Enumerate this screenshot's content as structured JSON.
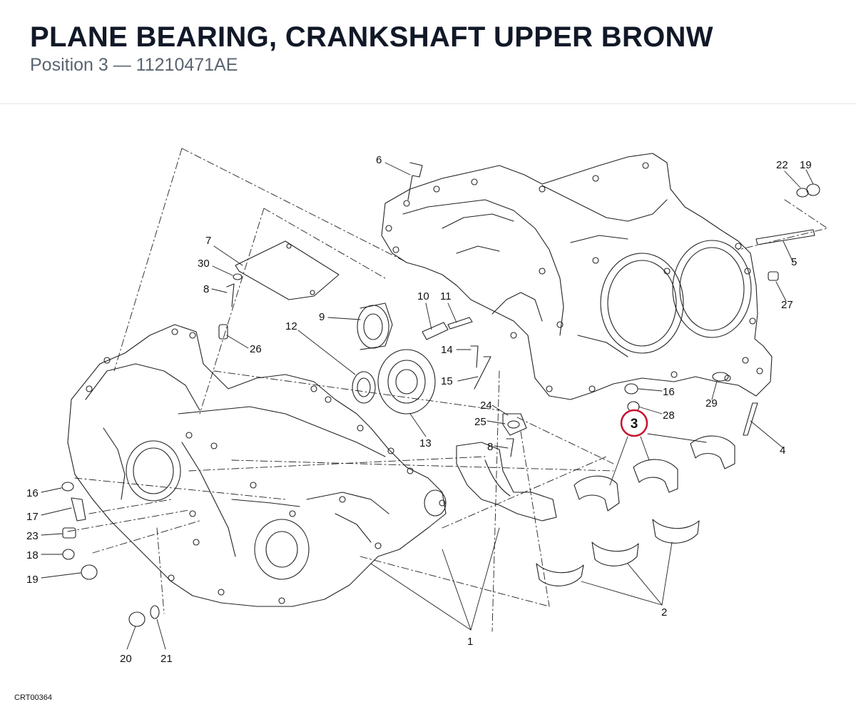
{
  "header": {
    "title": "PLANE BEARING, CRANKSHAFT UPPER BRONW",
    "subtitle": "Position 3 — 11210471AE"
  },
  "diagram": {
    "reference_code": "CRT00364",
    "highlight": {
      "label": "3",
      "color": "#c8102e"
    },
    "callouts": [
      {
        "id": "c6",
        "label": "6"
      },
      {
        "id": "c7",
        "label": "7"
      },
      {
        "id": "c30",
        "label": "30"
      },
      {
        "id": "c8a",
        "label": "8"
      },
      {
        "id": "c9",
        "label": "9"
      },
      {
        "id": "c10",
        "label": "10"
      },
      {
        "id": "c11",
        "label": "11"
      },
      {
        "id": "c12",
        "label": "12"
      },
      {
        "id": "c26",
        "label": "26"
      },
      {
        "id": "c14",
        "label": "14"
      },
      {
        "id": "c15",
        "label": "15"
      },
      {
        "id": "c13",
        "label": "13"
      },
      {
        "id": "c22",
        "label": "22"
      },
      {
        "id": "c19a",
        "label": "19"
      },
      {
        "id": "c5",
        "label": "5"
      },
      {
        "id": "c27",
        "label": "27"
      },
      {
        "id": "c16a",
        "label": "16"
      },
      {
        "id": "c28",
        "label": "28"
      },
      {
        "id": "c29",
        "label": "29"
      },
      {
        "id": "c4",
        "label": "4"
      },
      {
        "id": "c24",
        "label": "24"
      },
      {
        "id": "c25",
        "label": "25"
      },
      {
        "id": "c8b",
        "label": "8"
      },
      {
        "id": "c16b",
        "label": "16"
      },
      {
        "id": "c17",
        "label": "17"
      },
      {
        "id": "c23",
        "label": "23"
      },
      {
        "id": "c18",
        "label": "18"
      },
      {
        "id": "c19b",
        "label": "19"
      },
      {
        "id": "c20",
        "label": "20"
      },
      {
        "id": "c21",
        "label": "21"
      },
      {
        "id": "c1",
        "label": "1"
      },
      {
        "id": "c2",
        "label": "2"
      }
    ]
  }
}
